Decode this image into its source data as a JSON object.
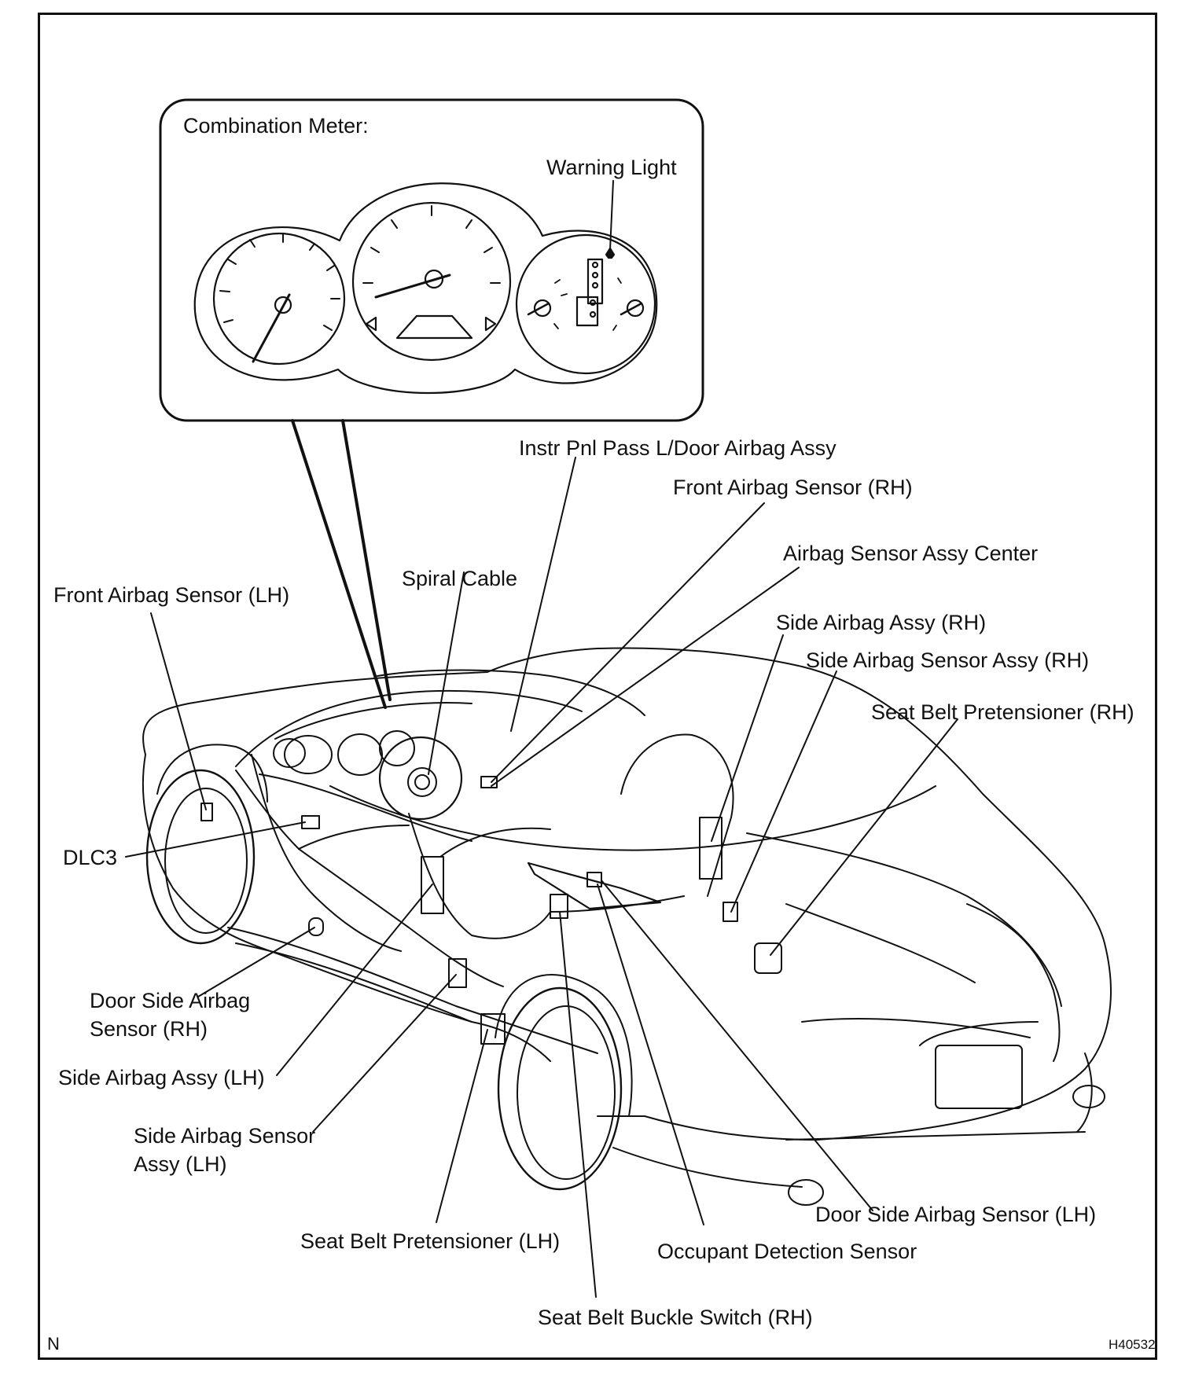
{
  "inset_title": "Combination Meter:",
  "labels": {
    "warning_light": "Warning Light",
    "instr_pnl": "Instr Pnl Pass L/Door Airbag Assy",
    "front_sensor_rh": "Front Airbag Sensor (RH)",
    "sensor_center": "Airbag Sensor Assy Center",
    "spiral_cable": "Spiral Cable",
    "front_sensor_lh": "Front Airbag Sensor (LH)",
    "side_airbag_rh": "Side Airbag Assy (RH)",
    "side_sensor_rh": "Side Airbag Sensor Assy (RH)",
    "pretensioner_rh": "Seat Belt Pretensioner (RH)",
    "dlc3": "DLC3",
    "door_side_sensor_rh_1": "Door Side Airbag",
    "door_side_sensor_rh_2": "Sensor (RH)",
    "side_airbag_lh": "Side Airbag Assy (LH)",
    "side_sensor_lh_1": "Side Airbag Sensor",
    "side_sensor_lh_2": "Assy (LH)",
    "pretensioner_lh": "Seat Belt Pretensioner (LH)",
    "occupant_sensor": "Occupant Detection Sensor",
    "door_side_sensor_lh": "Door Side Airbag Sensor (LH)",
    "buckle_switch_rh": "Seat Belt Buckle Switch (RH)"
  },
  "corner_left": "N",
  "corner_right": "H40532"
}
